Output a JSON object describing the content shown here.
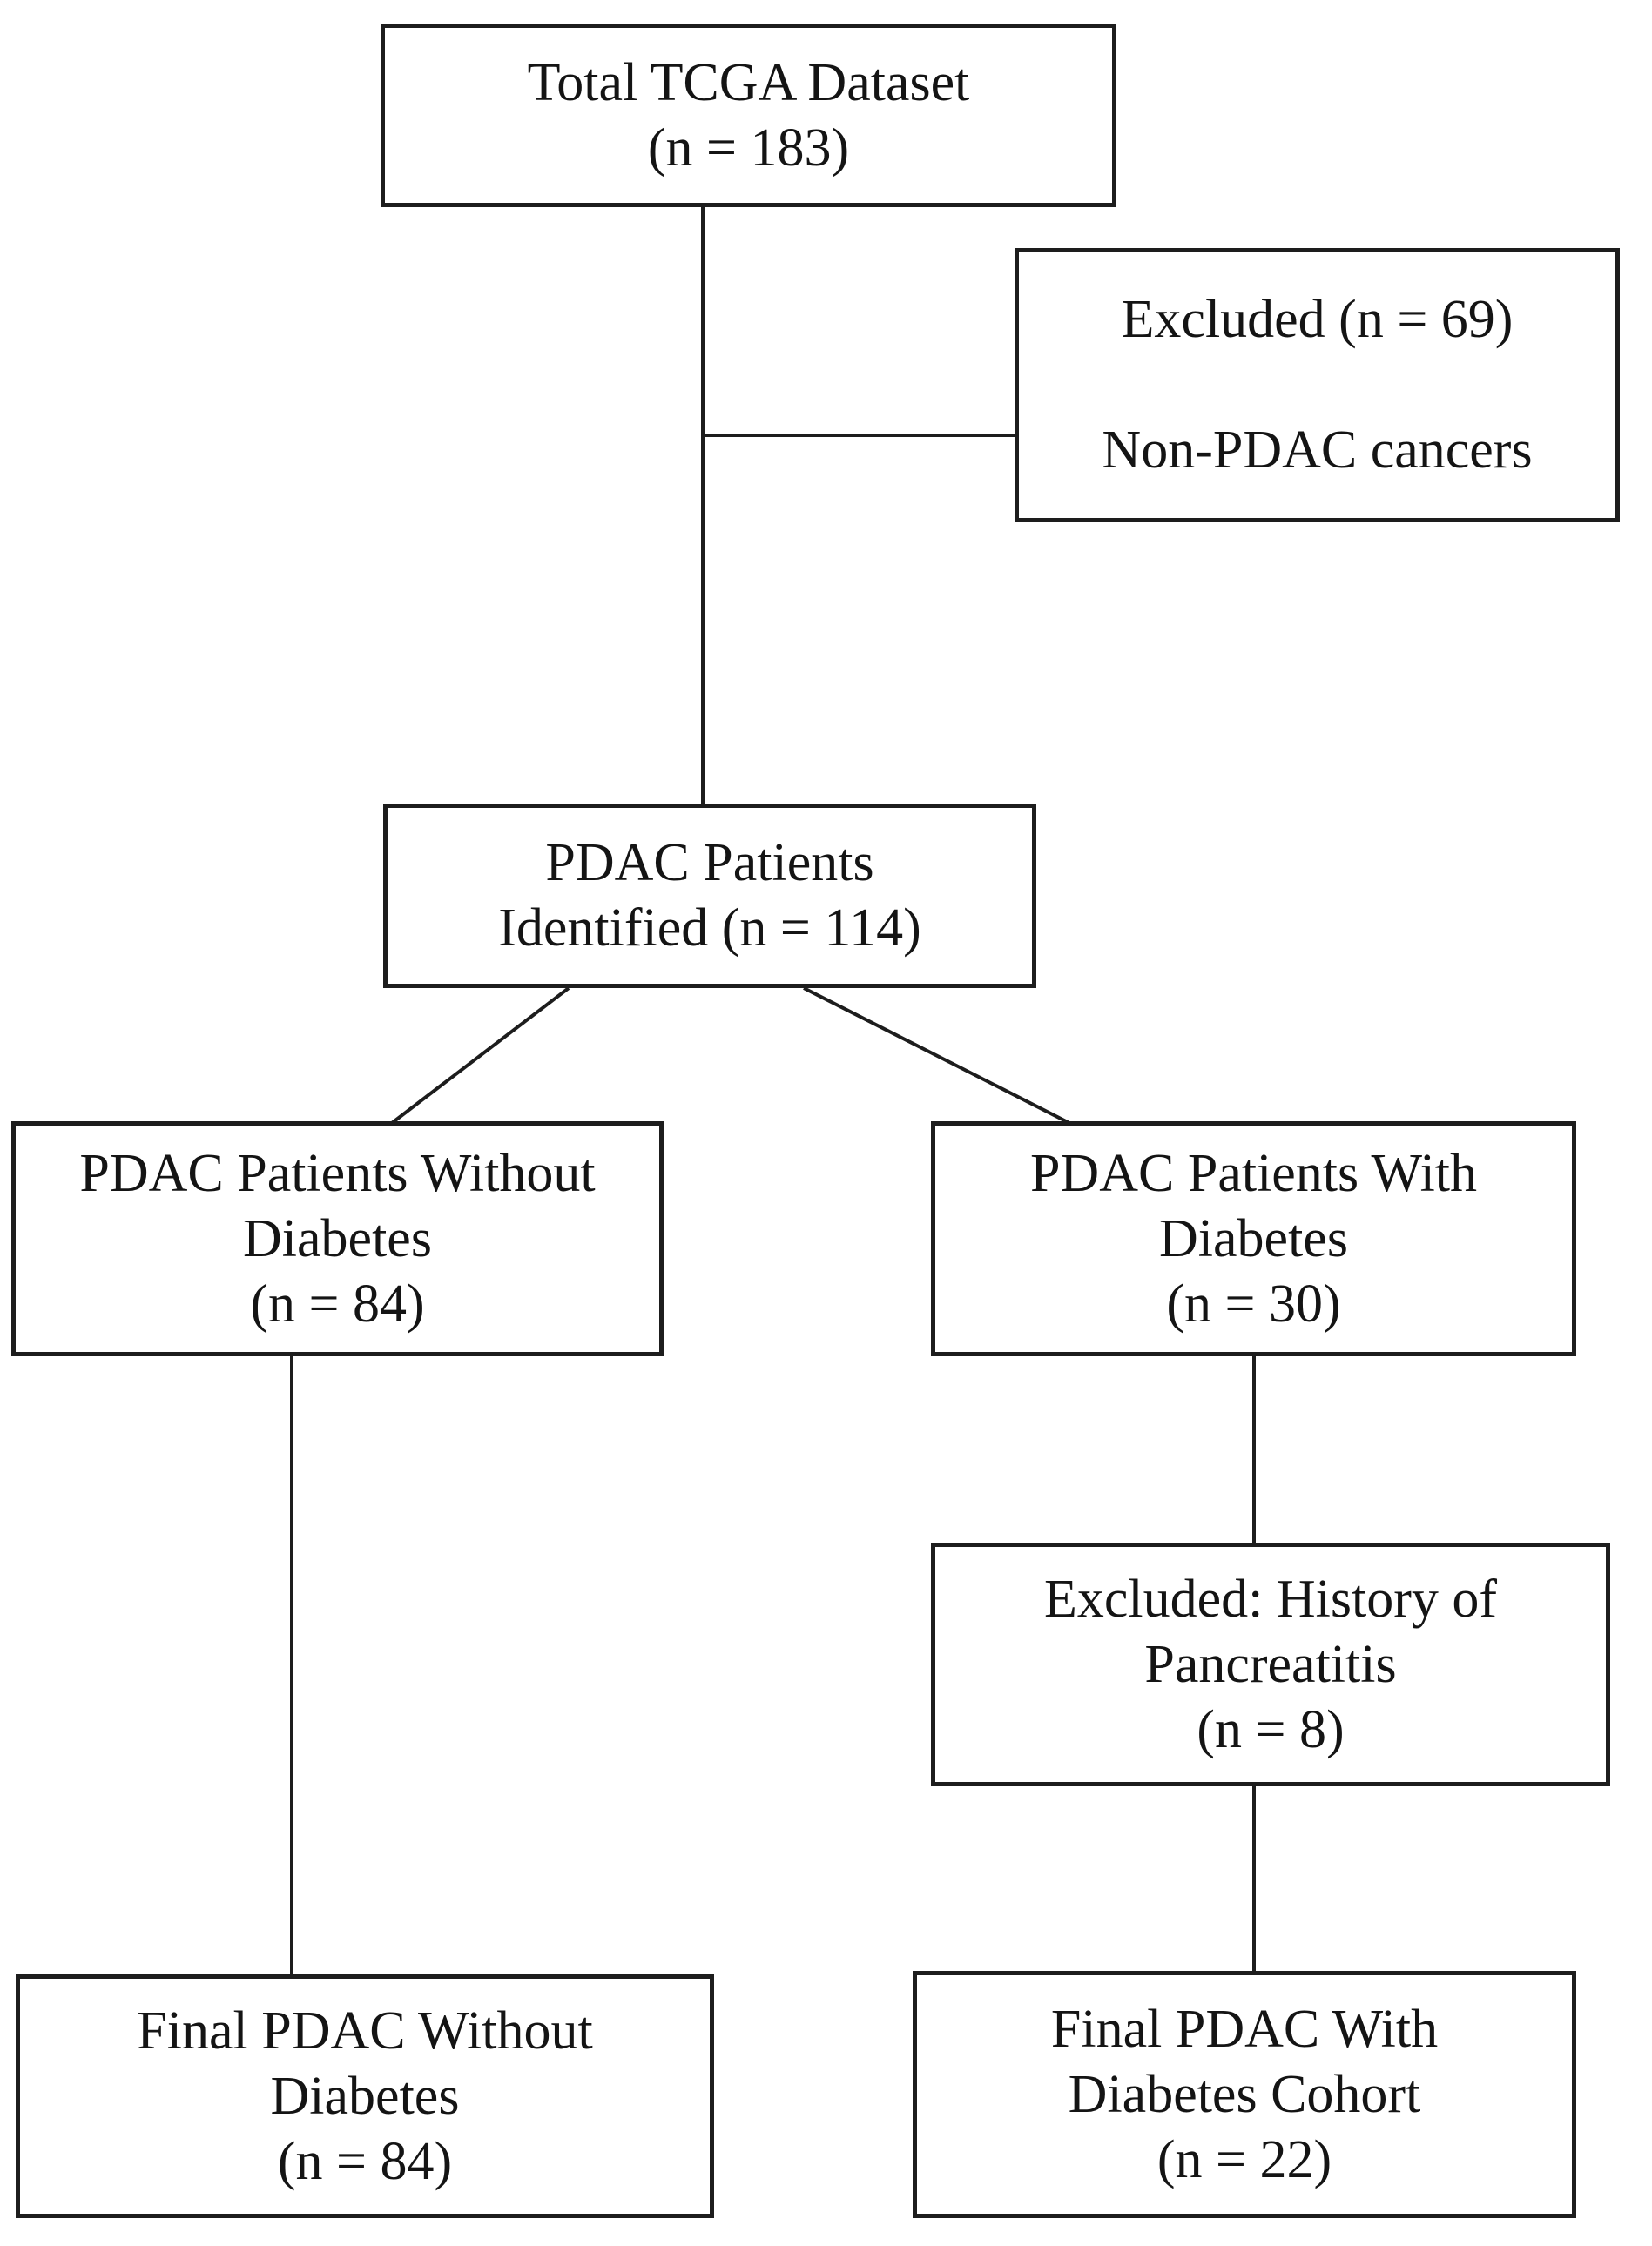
{
  "colors": {
    "background": "#ffffff",
    "line": "#1d1d1d",
    "text": "#141414"
  },
  "diagram": {
    "type": "patient-flowchart",
    "boxes": {
      "total": {
        "lines": [
          "Total TCGA Dataset",
          "(n = 183)"
        ]
      },
      "excluded_non_pdac": {
        "lines": [
          "Excluded (n = 69)",
          "",
          "Non-PDAC cancers"
        ]
      },
      "identified": {
        "lines": [
          "PDAC Patients",
          "Identified (n = 114)"
        ]
      },
      "without_diabetes": {
        "lines": [
          "PDAC Patients Without",
          "Diabetes",
          "(n = 84)"
        ]
      },
      "with_diabetes": {
        "lines": [
          "PDAC Patients With",
          "Diabetes",
          "(n = 30)"
        ]
      },
      "excluded_pancreatitis": {
        "lines": [
          "Excluded: History of",
          "Pancreatitis",
          "(n = 8)"
        ]
      },
      "final_without_diabetes": {
        "lines": [
          "Final PDAC Without",
          "Diabetes",
          "(n = 84)"
        ]
      },
      "final_with_diabetes": {
        "lines": [
          "Final PDAC With",
          "Diabetes Cohort",
          "(n = 22)"
        ]
      }
    }
  }
}
